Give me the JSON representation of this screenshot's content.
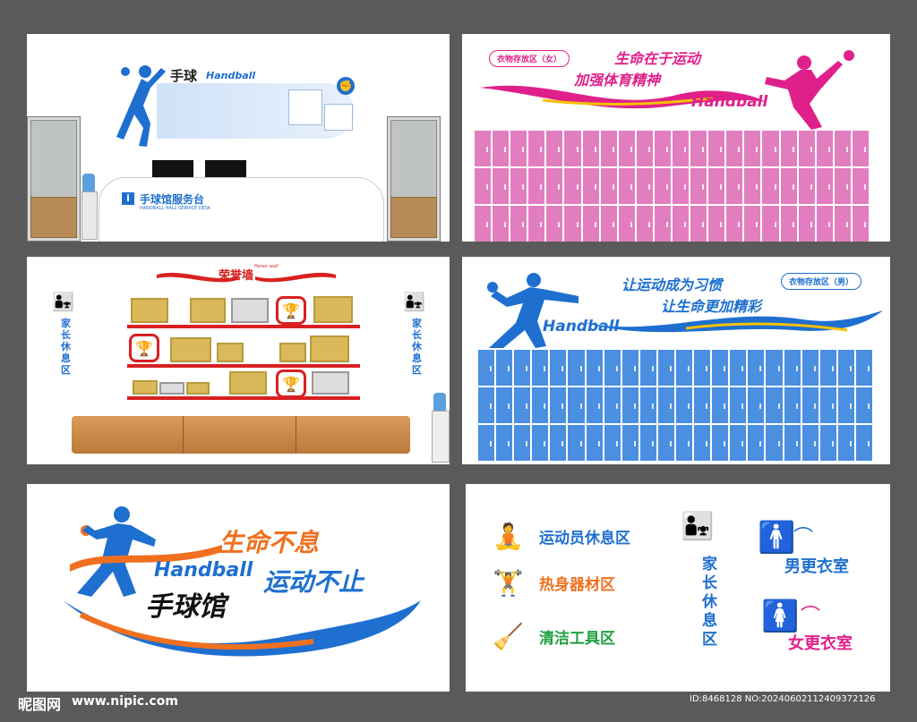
{
  "panel1": {
    "title": "手球",
    "brand": "Handball",
    "desk_title": "手球馆服务台",
    "desk_subtitle": "HANDBALL HALL SERVICE DESK",
    "info_icon": "i"
  },
  "panel2": {
    "area_label": "衣物存放区（女）",
    "slogan1": "生命在于运动",
    "slogan2": "加强体育精神",
    "brand": "Handball",
    "accent": "#e0208a",
    "locker_color": "#e27ec0"
  },
  "panel3": {
    "wall_title": "荣誉墙",
    "wall_subtitle": "Honor wall",
    "rest_left": "家长休息区",
    "rest_right": "家长休息区"
  },
  "panel4": {
    "slogan1": "让运动成为习惯",
    "slogan2": "让生命更加精彩",
    "area_label": "衣物存放区（男）",
    "brand": "Handball",
    "accent": "#1e7fd0",
    "locker_color": "#4a8fe0"
  },
  "panel5": {
    "slogan1": "生命不息",
    "slogan2": "运动不止",
    "brand": "Handball",
    "hall_name": "手球馆"
  },
  "panel6": {
    "items": [
      {
        "label": "运动员休息区",
        "color": "#1e6fd0",
        "icon": "athlete-rest-icon"
      },
      {
        "label": "热身器材区",
        "color": "#f07020",
        "icon": "warmup-icon"
      },
      {
        "label": "清洁工具区",
        "color": "#20a040",
        "icon": "cleaning-icon"
      }
    ],
    "parent_rest": "家长休息区",
    "male_locker": "男更衣室",
    "female_locker": "女更衣室",
    "male_color": "#1e6fd0",
    "female_color": "#e0208a"
  },
  "footer": {
    "watermark_logo": "昵图网",
    "watermark_url": "www.nipic.com",
    "id_text": "ID:8468128 NO:20240602112409372126"
  }
}
